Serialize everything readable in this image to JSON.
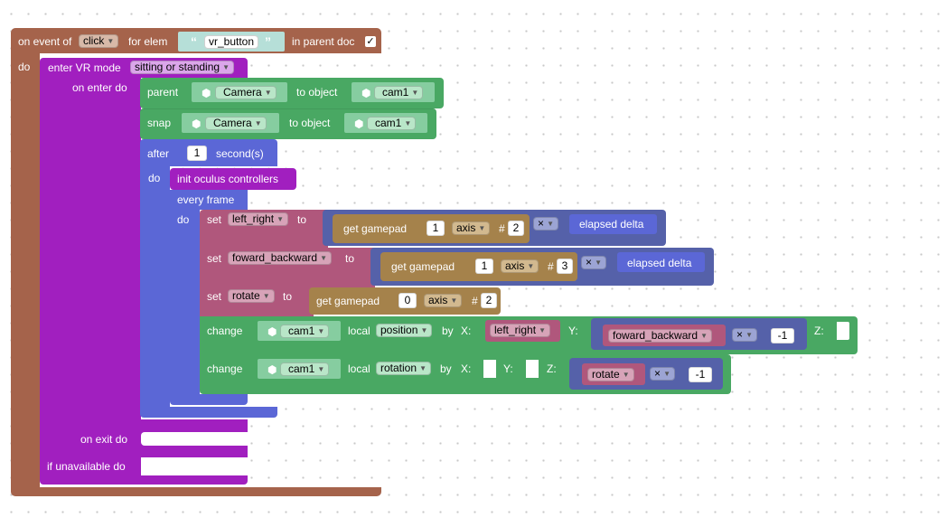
{
  "event": {
    "on_event_of": "on event of",
    "event_value": "click",
    "for_elem": "for elem",
    "elem_value": "vr_button",
    "in_parent_doc": "in parent doc",
    "checkbox_mark": "✓",
    "do": "do"
  },
  "vr": {
    "enter_vr_mode": "enter VR mode",
    "mode_value": "sitting or standing",
    "on_enter_do": "on enter do",
    "on_exit_do": "on exit do",
    "if_unavailable_do": "if unavailable do"
  },
  "parent_block": {
    "label": "parent",
    "obj1": "Camera",
    "to_object": "to object",
    "obj2": "cam1"
  },
  "snap_block": {
    "label": "snap",
    "obj1": "Camera",
    "to_object": "to object",
    "obj2": "cam1"
  },
  "after_block": {
    "label": "after",
    "value": "1",
    "unit": "second(s)",
    "do": "do"
  },
  "init": {
    "label": "init oculus controllers"
  },
  "every_frame": {
    "label": "every frame",
    "do": "do"
  },
  "set1": {
    "set": "set",
    "var": "left_right",
    "to": "to",
    "get_gamepad": "get gamepad",
    "pad": "1",
    "axis": "axis",
    "hash": "#",
    "idx": "2",
    "op": "×",
    "elapsed": "elapsed delta"
  },
  "set2": {
    "set": "set",
    "var": "foward_backward",
    "to": "to",
    "get_gamepad": "get gamepad",
    "pad": "1",
    "axis": "axis",
    "hash": "#",
    "idx": "3",
    "op": "×",
    "elapsed": "elapsed delta"
  },
  "set3": {
    "set": "set",
    "var": "rotate",
    "to": "to",
    "get_gamepad": "get gamepad",
    "pad": "0",
    "axis": "axis",
    "hash": "#",
    "idx": "2"
  },
  "change1": {
    "change": "change",
    "obj": "cam1",
    "local": "local",
    "prop": "position",
    "by": "by",
    "x": "X:",
    "x_var": "left_right",
    "y": "Y:",
    "y_var": "foward_backward",
    "op": "×",
    "neg": "-1",
    "z": "Z:"
  },
  "change2": {
    "change": "change",
    "obj": "cam1",
    "local": "local",
    "prop": "rotation",
    "by": "by",
    "x": "X:",
    "y": "Y:",
    "z": "Z:",
    "z_var": "rotate",
    "op": "×",
    "neg": "-1"
  },
  "icons": {
    "cube": "cube-icon",
    "quote": "quote-icon",
    "dropdown": "dropdown-arrow-icon"
  },
  "colors": {
    "event": "#a5634b",
    "vr": "#a11fbf",
    "object": "#49a863",
    "timing": "#5b67d6",
    "variable": "#b0577c",
    "gamepad": "#a5824b",
    "math": "#5561a9",
    "string": "#b6dfd8"
  }
}
